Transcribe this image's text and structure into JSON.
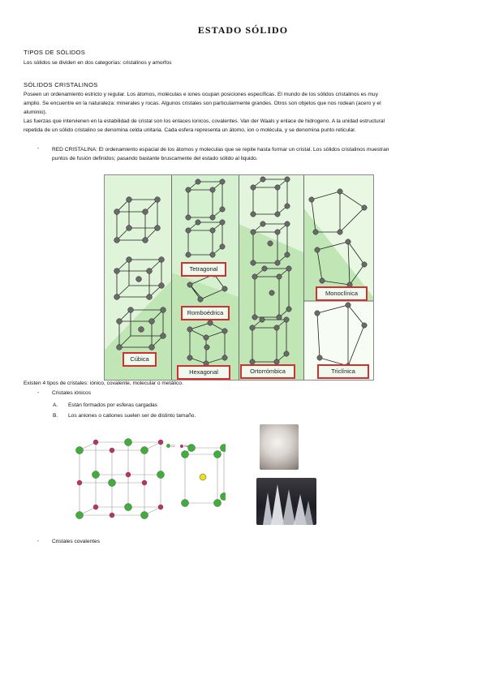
{
  "title": "ESTADO SÓLIDO",
  "section_tipos": {
    "heading": "TIPOS DE SÓLIDOS",
    "text": "Los sólidos se dividen en dos categorías: cristalinos y amorfos"
  },
  "section_cristalinos": {
    "heading": "SÓLIDOS CRISTALINOS",
    "lines": [
      "Poseen un ordenamiento estricto y regular. Los átomos, moléculas e iones ocupan posiciones específicas. El mundo de los sólidos cristalinos es muy",
      "amplio. Se encuentre en la naturaleza: minerales y rocas. Algunos cristales son particularmente grandes. Otros son objetos que nos rodean (acero y el",
      "aluminio).",
      "Las fuerzas que intervienen en la estabilidad de cristal son los enlaces ionicos, covalentes. Van der Waals y enlace de hidrogeno. A la unidad estructural",
      "repetida de un sólido cristalino se denomina celda unitaria. Cada esfera representa un átomo, ion o molécula, y se denomina punto reticular."
    ],
    "red_cristalina": {
      "line1": "RED CRISTALINA: El ordenamiento espacial de los átomos y moleculas que se repite hasta formar un cristal. Los sólidos cristalinos muestran",
      "line2": "puntos de fusión definidos; pasando bastante bruscamente del estado sólido al liquido."
    }
  },
  "crystal_labels": {
    "cubica": "Cúbica",
    "tetragonal": "Tetragonal",
    "romboedrica": "Romboédrica",
    "hexagonal": "Hexagonal",
    "ortorrombica": "Ortorrómbica",
    "monoclinica": "Monoclínica",
    "triclinica": "Triclínica"
  },
  "tipos_cristales": "Existen 4 tipos de cristales: iónico, covalente, molecular o metálico.",
  "ionicos": {
    "heading": "Cristales iónicos",
    "items": [
      {
        "marker": "A.",
        "text": "Están formados por esferas cargadas"
      },
      {
        "marker": "B.",
        "text": "Los aniones o cationes suelen ser de distinto tamaño."
      }
    ]
  },
  "legend_ions": {
    "cl": "Cl⁻",
    "na": "Na⁺"
  },
  "covalentes": {
    "heading": "Cristales covalentes"
  },
  "colors": {
    "cell_green": "#d4f0cc",
    "cell_green_dark": "#b7e2ad",
    "label_border": "#d03030",
    "green_ion": "#3fae3a",
    "pink_ion": "#c2306a",
    "yellow_ion": "#e8e020"
  },
  "icons": {
    "bullet": "dash"
  }
}
